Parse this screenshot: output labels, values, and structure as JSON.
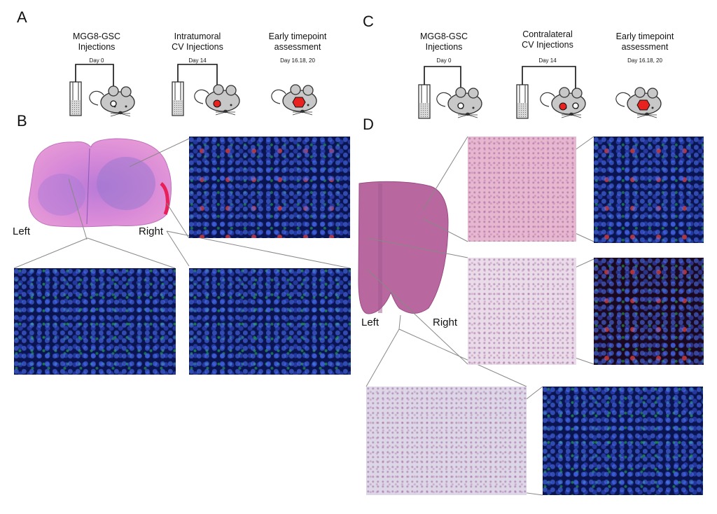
{
  "panels": {
    "a": {
      "letter": "A",
      "steps": [
        {
          "title": "MGG8-GSC\nInjections",
          "day": "Day 0"
        },
        {
          "title": "Intratumoral\nCV Injections",
          "day": "Day 14"
        },
        {
          "title": "Early timepoint\nassessment",
          "day": "Day 16.18, 20"
        }
      ]
    },
    "b": {
      "letter": "B",
      "left_label": "Left",
      "right_label": "Right"
    },
    "c": {
      "letter": "C",
      "steps": [
        {
          "title": "MGG8-GSC\nInjections",
          "day": "Day 0"
        },
        {
          "title": "Contralateral\nCV Injections",
          "day": "Day 14"
        },
        {
          "title": "Early timepoint\nassessment",
          "day": "Day 16.18, 20"
        }
      ]
    },
    "d": {
      "letter": "D",
      "left_label": "Left",
      "right_label": "Right"
    }
  },
  "colors": {
    "tumor": "#e8221e",
    "mouse": "#c8c8c8",
    "if_blue": "#1a2a9a",
    "he_pink": "#e3a6c8"
  }
}
